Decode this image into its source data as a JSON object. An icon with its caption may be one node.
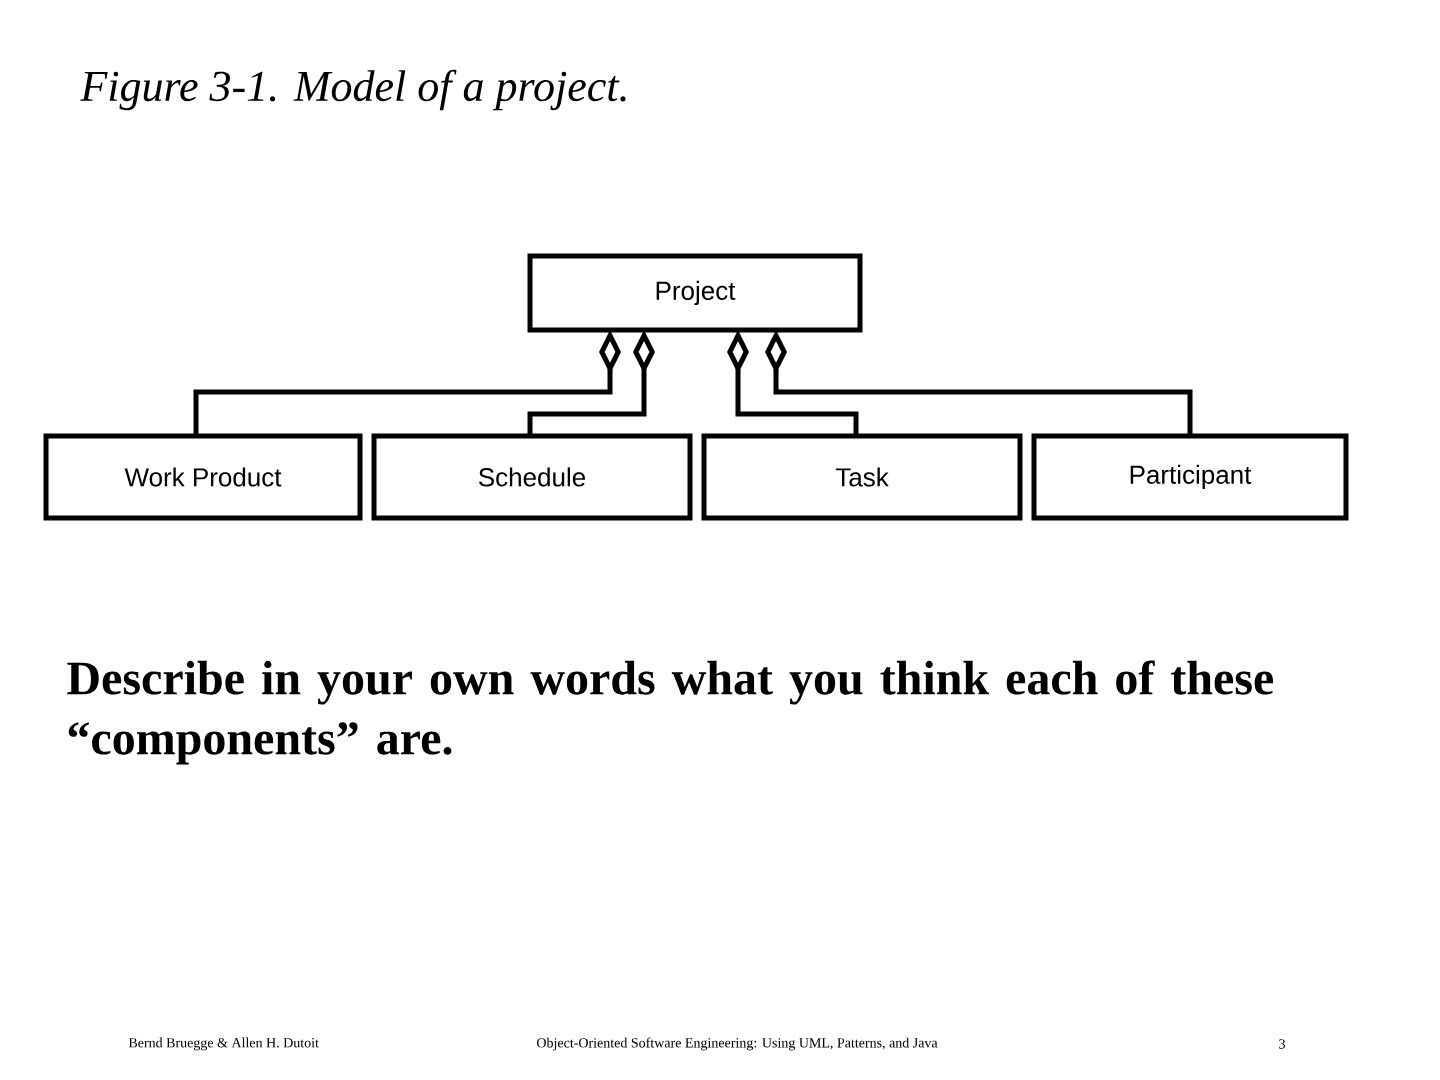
{
  "diagram": {
    "title": "Figure 3-1. Model of a project.",
    "nodes": [
      {
        "text": [
          "Project"
        ]
      },
      {
        "text": [
          "Work Product"
        ]
      },
      {
        "text": [
          "Schedule"
        ]
      },
      {
        "text": [
          "Task"
        ]
      },
      {
        "text": [
          "Participant"
        ]
      }
    ],
    "edges": [
      {
        "from": 0,
        "to": 1,
        "arrow": "other"
      },
      {
        "from": 0,
        "to": 2,
        "arrow": "other"
      },
      {
        "from": 0,
        "to": 3,
        "arrow": "other"
      },
      {
        "from": 0,
        "to": 4,
        "arrow": "other"
      }
    ],
    "labels": [
      "Describe in your own words what you think each of these “components” are.",
      "Bernd Bruegge & Allen H. Dutoit",
      "Object-Oriented Software Engineering: Using UML, Patterns, and Java",
      "3"
    ]
  }
}
